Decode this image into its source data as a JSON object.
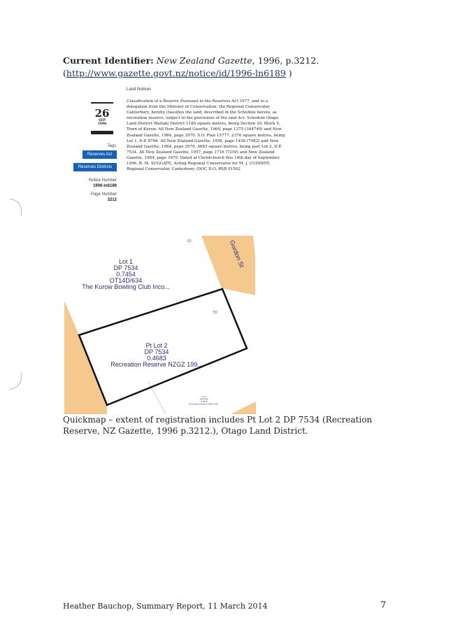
{
  "identifier": {
    "label": "Current Identifier:",
    "publication": "New Zealand Gazette",
    "citation_rest": ", 1996, p.3212.",
    "link_open": "(",
    "url": "http://www.gazette.govt.nz/notice/id/1996-ln6189",
    "link_close": " )"
  },
  "gazette_clip": {
    "section": "Land Notices",
    "date": {
      "day": "26",
      "month": "SEP",
      "year": "1996"
    },
    "tags_label": "Tags",
    "tags": [
      "Reserves Act",
      "Reserves Districts"
    ],
    "notice_number_label": "Notice Number",
    "notice_number": "1996-ln6189",
    "page_number_label": "Page Number",
    "page_number": "3212",
    "body": "Classification of a Reserve Pursuant to the Reserves Act 1977, and to a delegation from the Minister of Conservation, the Regional Conservator, Canterbury, hereby classifies the land, described in the Schedule hereto, as recreation reserve, subject to the provisions of the said Act. Schedule Otago Land District Waitaki District 1189 square metres, being Section 20, Block V, Town of Kurow. All New Zealand Gazette, 1969, page 1375 (344749) and New Zealand Gazette, 1984, page 3970. S.O. Plan 15777. 2376 square metres, being Lot 1, D.P. 8706. All New Zealand Gazette, 1956, page 1456 (7082) and New Zealand Gazette, 1984, page 3970. 4683 square metres, being part Lot 2, D.P. 7534. All New Zealand Gazette, 1957, page 1716 (7259) and New Zealand Gazette, 1984, page 3970. Dated at Christchurch this 16th day of September 1996. R. M. SUGGATE, Acting Regional Conservator for M. J. CUDDIHY, Regional Conservator, Canterbury. (DOC D.O. RSR 01502"
  },
  "map": {
    "road_label": "Gordon St",
    "number_63": "63",
    "number_59": "59",
    "lot1": [
      "Lot 1",
      "DP 7534",
      "0.7454",
      "OT14D/634",
      "The Kurow Bowling Club Inco..."
    ],
    "ptlot2": [
      "Pt Lot 2",
      "DP 7534",
      "0.4683",
      "Recreation Reserve NZGZ 199..."
    ],
    "small_lot": [
      "Lot 1",
      "DP 8706",
      "0.2376",
      "Recreation Reserve NZGZ 199..."
    ],
    "colors": {
      "road": "#f5c88e",
      "boundary": "#111111",
      "label": "#2c2c78",
      "number": "#d03030"
    }
  },
  "caption": "Quickmap – extent of registration includes Pt Lot 2 DP 7534 (Recreation Reserve, NZ Gazette, 1996 p.3212.), Otago Land District.",
  "footer": {
    "text": "Heather Bauchop, Summary Report, 11 March 2014",
    "page": "7"
  }
}
